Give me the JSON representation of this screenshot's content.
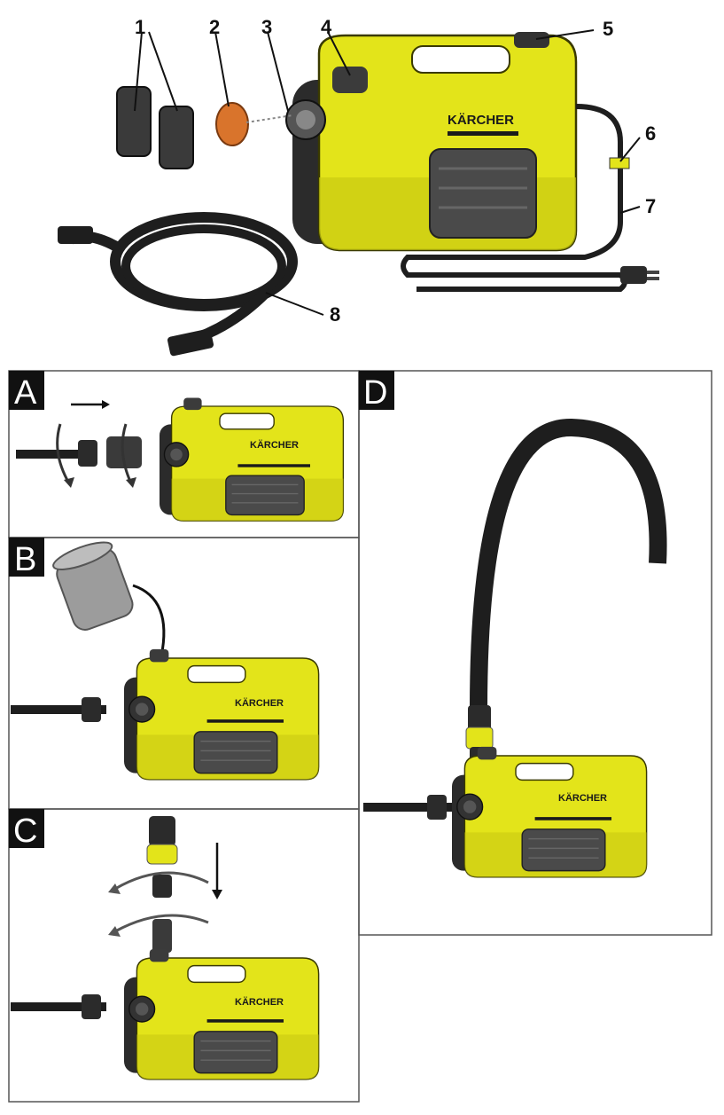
{
  "brand": "KÄRCHER",
  "overview": {
    "callouts": [
      {
        "id": "1",
        "label": "1"
      },
      {
        "id": "2",
        "label": "2"
      },
      {
        "id": "3",
        "label": "3"
      },
      {
        "id": "4",
        "label": "4"
      },
      {
        "id": "5",
        "label": "5"
      },
      {
        "id": "6",
        "label": "6"
      },
      {
        "id": "7",
        "label": "7"
      },
      {
        "id": "8",
        "label": "8"
      }
    ]
  },
  "panels": {
    "A": {
      "label": "A"
    },
    "B": {
      "label": "B"
    },
    "C": {
      "label": "C"
    },
    "D": {
      "label": "D"
    }
  },
  "colors": {
    "pump_yellow": "#e3e41a",
    "pump_shadow": "#b7b80c",
    "dark": "#2b2b2b",
    "grille": "#4a4a4a",
    "hose": "#1e1e1e",
    "filter_orange": "#d9742c",
    "frame": "#555555"
  }
}
